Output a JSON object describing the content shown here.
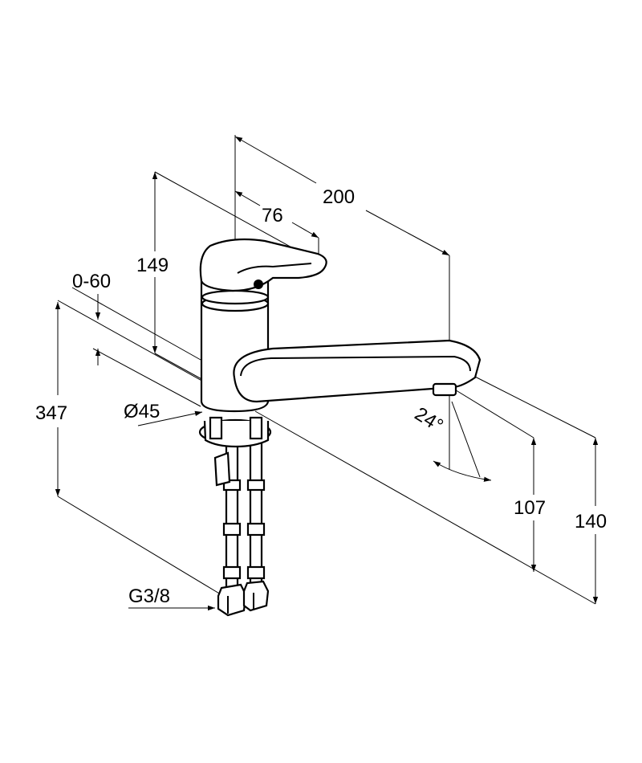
{
  "dimensions": {
    "overall_reach": "200",
    "handle_offset": "76",
    "lever_height": "149",
    "deck_thickness": "0-60",
    "total_height": "347",
    "base_diameter": "Ø45",
    "swivel_angle": "24°",
    "spout_clearance": "107",
    "spout_height": "140",
    "connection_thread": "G3/8"
  }
}
